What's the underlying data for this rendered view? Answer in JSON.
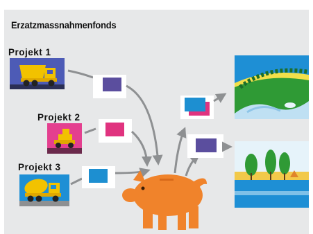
{
  "title": "Erzatzmassnahmenfonds",
  "projects": [
    {
      "label": "Projekt 1",
      "icon": "dump-truck-icon"
    },
    {
      "label": "Projekt 2",
      "icon": "bulldozer-icon"
    },
    {
      "label": "Projekt 3",
      "icon": "cement-mixer-icon"
    }
  ],
  "center_icon": "piggy-bank-icon",
  "results": [
    {
      "icon": "river-landscape-icon"
    },
    {
      "icon": "lake-landscape-icon"
    }
  ],
  "colors": {
    "background": "#e7e8e9",
    "arrow": "#8e9092",
    "piggy": "#f0832b",
    "purple": "#5b4e9e",
    "magenta": "#e0337f",
    "blue": "#1d8fd1",
    "project1_bg": "#4d5bb6",
    "project2_bg": "#e43f8f",
    "project3_bg": "#1e8fd5"
  }
}
